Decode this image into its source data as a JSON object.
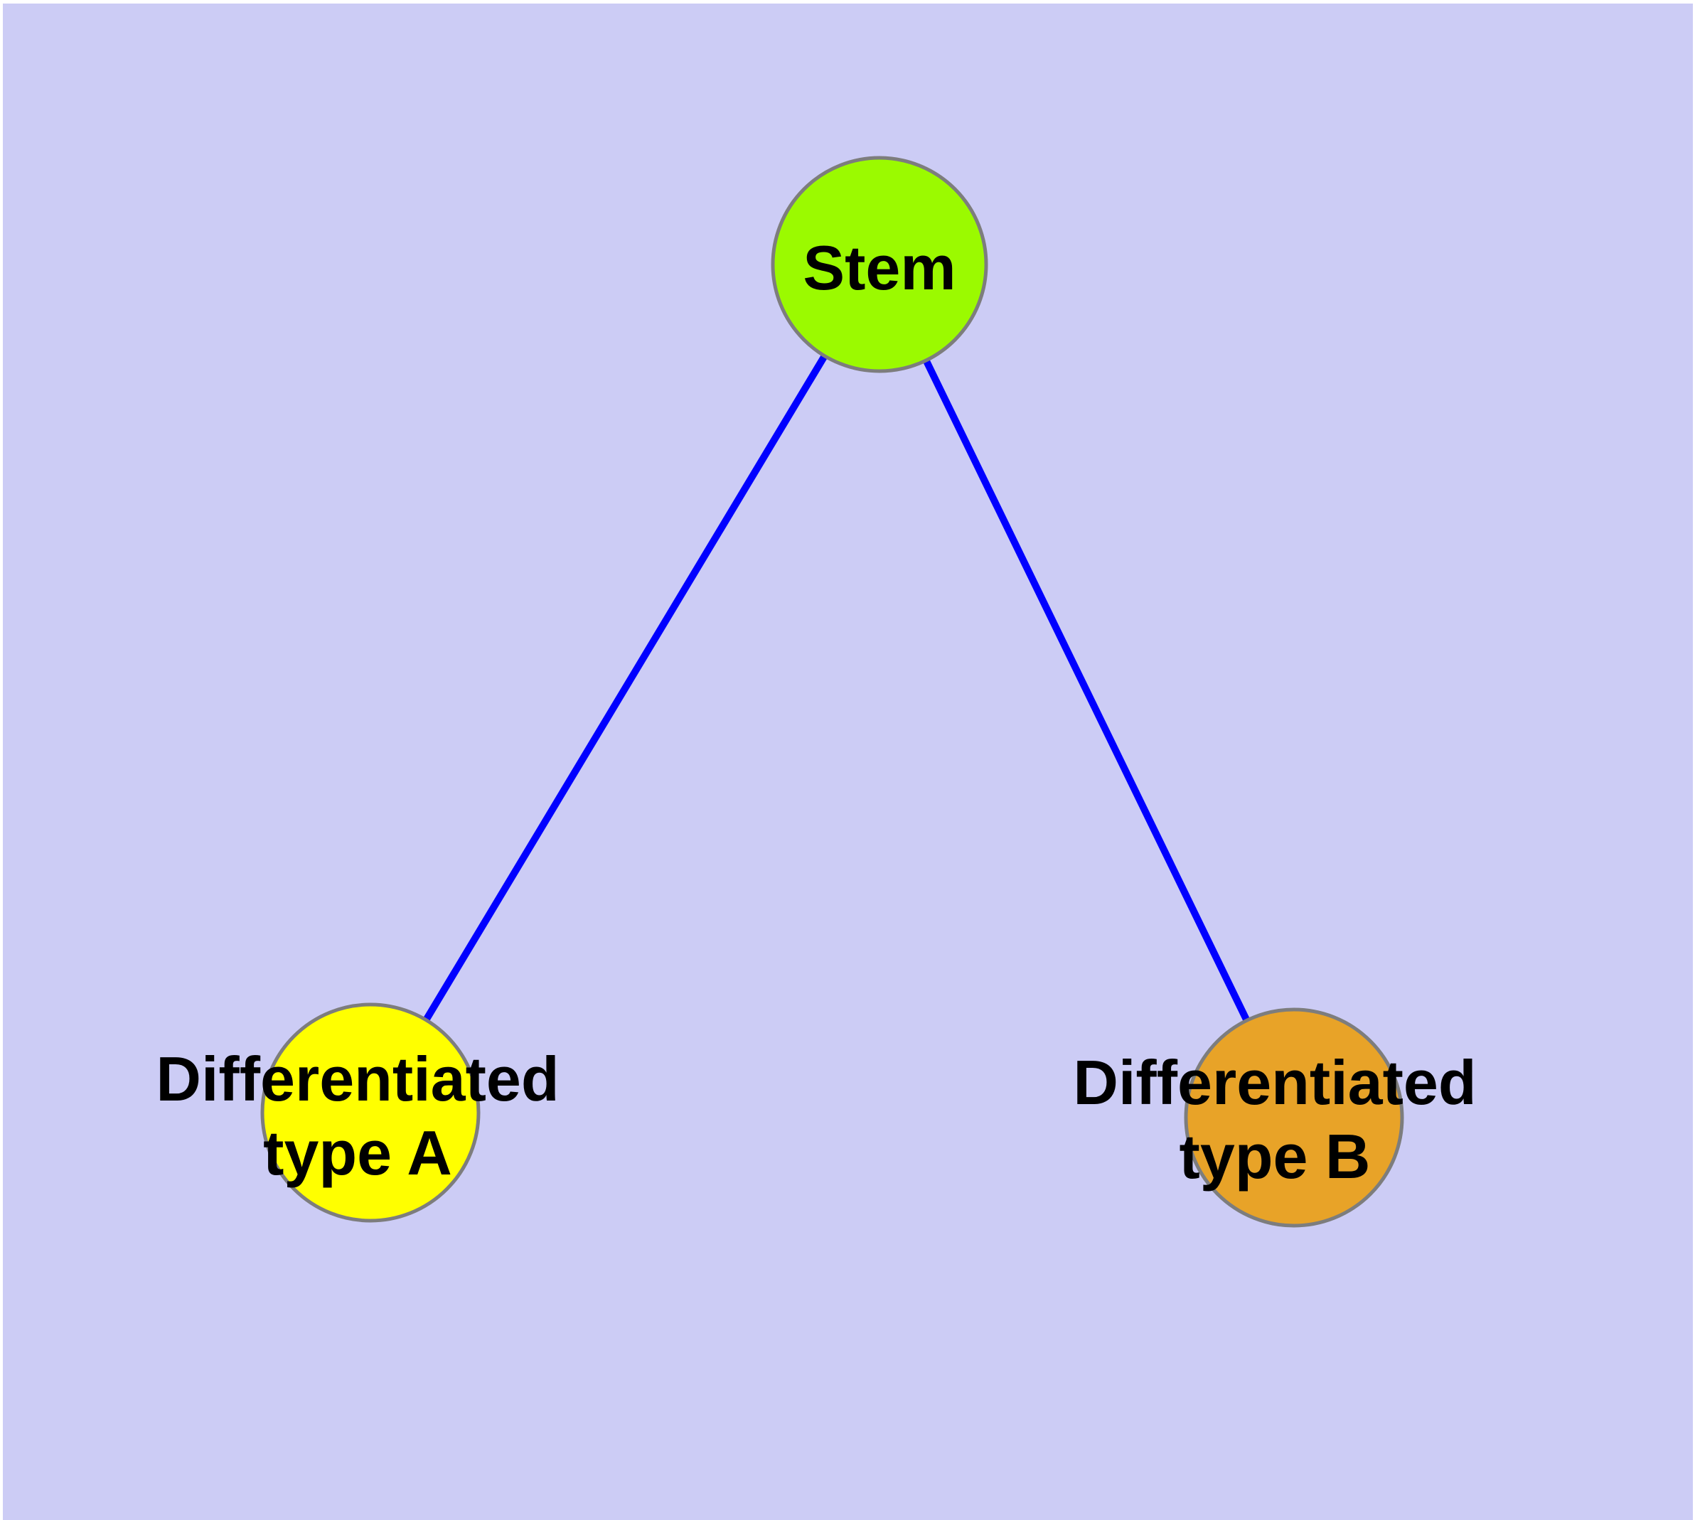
{
  "diagram": {
    "background_color": "#ccccf5",
    "frame_color": "#ffffff",
    "edge_color": "#0000ff",
    "node_border_color": "#7d7d7d",
    "label_color": "#000000",
    "nodes": {
      "stem": {
        "label": "Stem",
        "fill": "#9bfa00"
      },
      "type_a": {
        "label_line1": "Differentiated",
        "label_line2": "type A",
        "fill": "#ffff00"
      },
      "type_b": {
        "label_line1": "Differentiated",
        "label_line2": "type B",
        "fill": "#e8a328"
      }
    },
    "edges": [
      {
        "from": "stem",
        "to": "type_a"
      },
      {
        "from": "stem",
        "to": "type_b"
      }
    ]
  }
}
